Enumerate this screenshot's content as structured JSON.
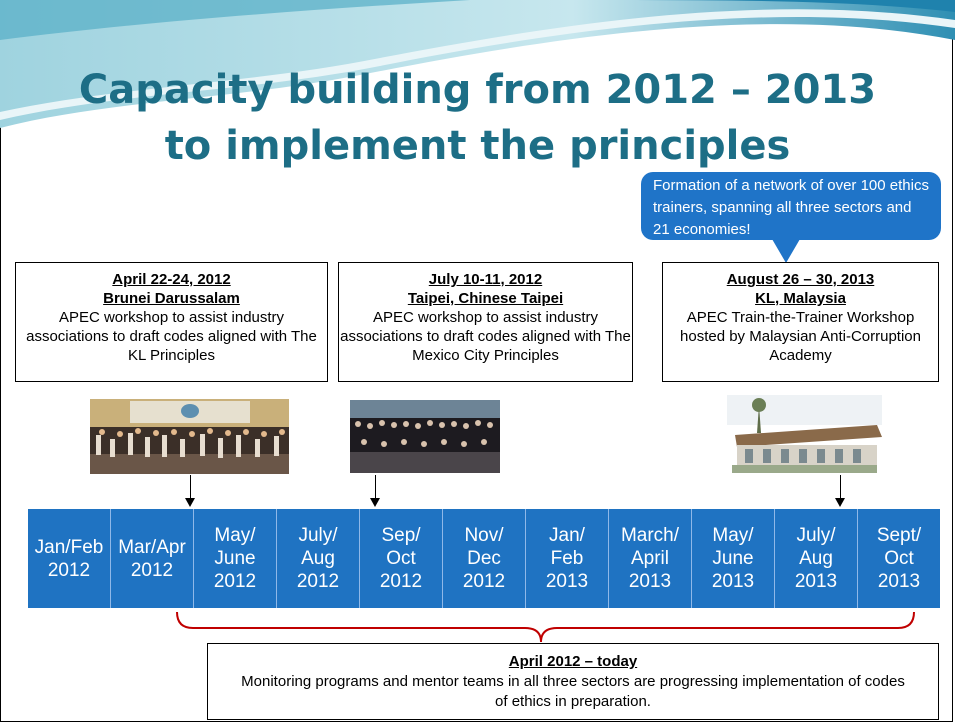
{
  "title": {
    "line1": "Capacity building from 2012 – 2013",
    "line2": "to implement the principles"
  },
  "callout": "Formation of a network of over 100 ethics trainers, spanning all three sectors and 21 economies!",
  "events": [
    {
      "date": "April 22-24, 2012",
      "place": "Brunei Darussalam",
      "description": "APEC workshop to assist industry associations to draft codes aligned with The KL Principles"
    },
    {
      "date": "July 10-11, 2012",
      "place": "Taipei, Chinese Taipei",
      "description": "APEC workshop to assist industry associations to draft codes aligned with The Mexico City Principles"
    },
    {
      "date": "August 26 – 30, 2013",
      "place": "KL, Malaysia",
      "description": "APEC Train-the-Trainer Workshop hosted by Malaysian Anti-Corruption Academy"
    }
  ],
  "timeline": [
    "Jan/Feb\n2012",
    "Mar/Apr\n2012",
    "May/\nJune\n2012",
    "July/\nAug\n2012",
    "Sep/\nOct\n2012",
    "Nov/\nDec\n2012",
    "Jan/\nFeb\n2013",
    "March/\nApril\n2013",
    "May/\nJune\n2013",
    "July/\nAug\n2013",
    "Sept/\nOct\n2013"
  ],
  "summary": {
    "date": "April 2012 – today",
    "text": "Monitoring programs and mentor teams in all three sectors are progressing implementation of codes of ethics in preparation."
  },
  "colors": {
    "title": "#1d6e86",
    "timeline": "#1f73c2",
    "bracket": "#c00000",
    "callout": "#1f74c8"
  }
}
